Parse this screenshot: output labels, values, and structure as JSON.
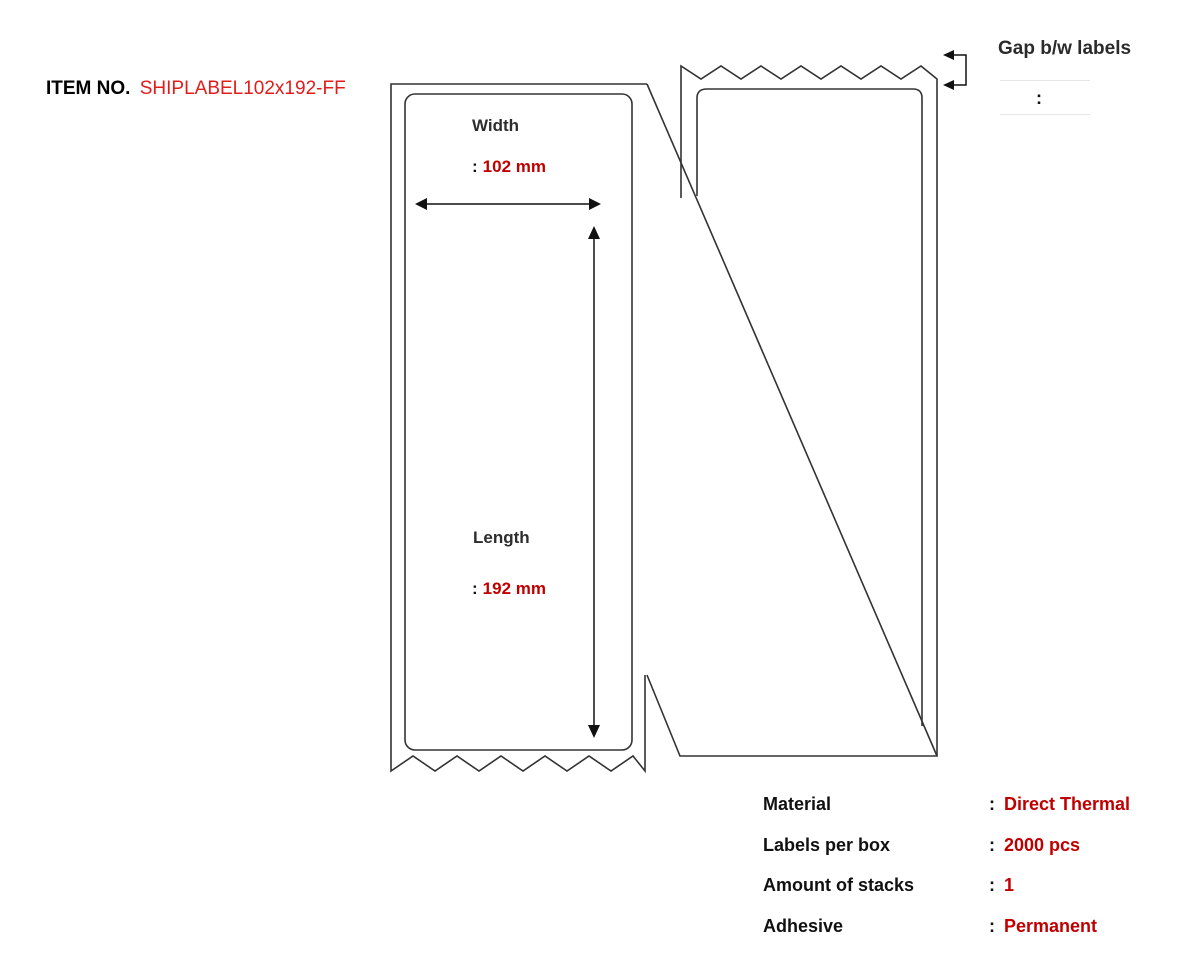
{
  "item": {
    "label": "ITEM NO.",
    "number": "SHIPLABEL102x192-FF"
  },
  "gap": {
    "label": "Gap b/w labels",
    "value": ":"
  },
  "width": {
    "label": "Width",
    "colon": ":",
    "value": "102 mm"
  },
  "length": {
    "label": "Length",
    "colon": ":",
    "value": "192 mm"
  },
  "specs": [
    {
      "key": "Material",
      "colon": ":",
      "value": "Direct Thermal"
    },
    {
      "key": "Labels per box",
      "colon": ":",
      "value": "2000 pcs"
    },
    {
      "key": "Amount of stacks",
      "colon": ":",
      "value": "1"
    },
    {
      "key": "Adhesive",
      "colon": ":",
      "value": "Permanent"
    }
  ],
  "colors": {
    "accent": "#c00000",
    "item_number": "#e21b1b",
    "outline": "#333333"
  }
}
